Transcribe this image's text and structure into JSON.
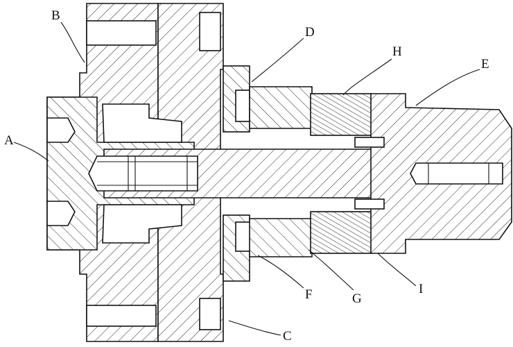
{
  "figure": {
    "labels": {
      "A": "A",
      "B": "B",
      "C": "C",
      "D": "D",
      "E": "E",
      "F": "F",
      "G": "G",
      "H": "H",
      "I": "I"
    }
  }
}
